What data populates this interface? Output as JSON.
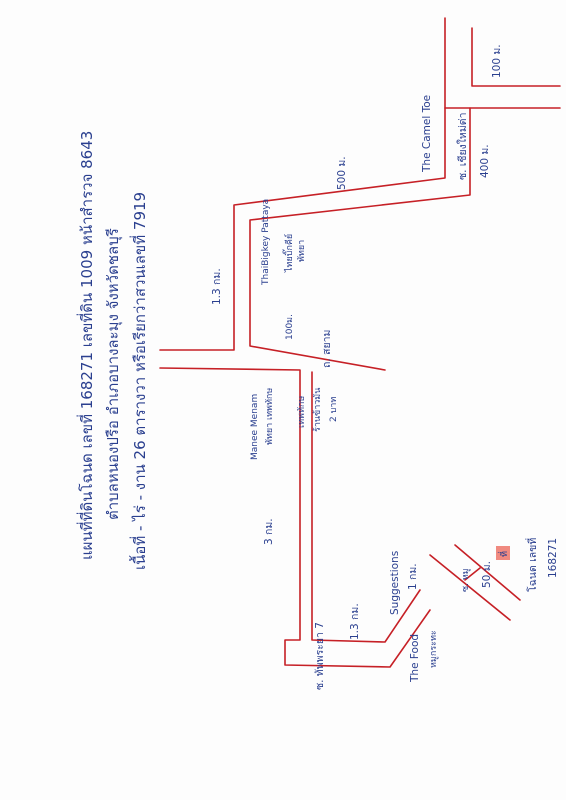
{
  "title": {
    "line1": "แผนที่ที่ดินโฉนด เลขที่ 168271 เลขที่ดิน 1009 หน้าสำรวจ 8643",
    "line2": "ตำบลหนองปรือ อำเภอบางละมุง จังหวัดชลบุรี",
    "line3": "เนื้อที่ - ไร่ - งาน 26 ตารางวา หรือเรียกว่าสวนเลขที่ 7919"
  },
  "labels": {
    "dist_100_top": "100 ม.",
    "the_camel_toe": "The Camel Toe",
    "soi_label": "ซ. เชียงใหม่ด่า",
    "dist_400": "400 ม.",
    "dist_500": "500 ม.",
    "thai_bigkey_name": "ThaiBigkey Pattaya",
    "thai_bigkey_thai": "ไทยบิ๊กคีย์",
    "thai_bigkey_sub": "พัทยา",
    "dist_100_mid": "100ม.",
    "dist_1_3_top": "1.3 กม.",
    "soi_siam": "ถ. สยาม",
    "manee_name": "Manee Menam",
    "manee_thai": "พัทยา เทพทักษ",
    "shop_name": "เทพทักษ",
    "shop_sub": "ร้านข้าวมัน",
    "shop_price": "2 บาท",
    "dist_3km": "3 กม.",
    "suggestions": "Suggestions",
    "dist_1km": "1 กม.",
    "dist_1_3_bottom": "1.3 กม.",
    "soi_bottom": "ซ. ทัพพระยา 7",
    "the_food": "The Food",
    "the_food_sub": "หมูกระทะ",
    "dist_50": "50 ม.",
    "soi_small": "ซ. หมู",
    "marker": "ที่",
    "chanote": "โฉนด เลขที่",
    "chanote_no": "168271"
  },
  "colors": {
    "ink": "#2a3f8f",
    "road": "#c62026",
    "marker": "#f08a80"
  }
}
